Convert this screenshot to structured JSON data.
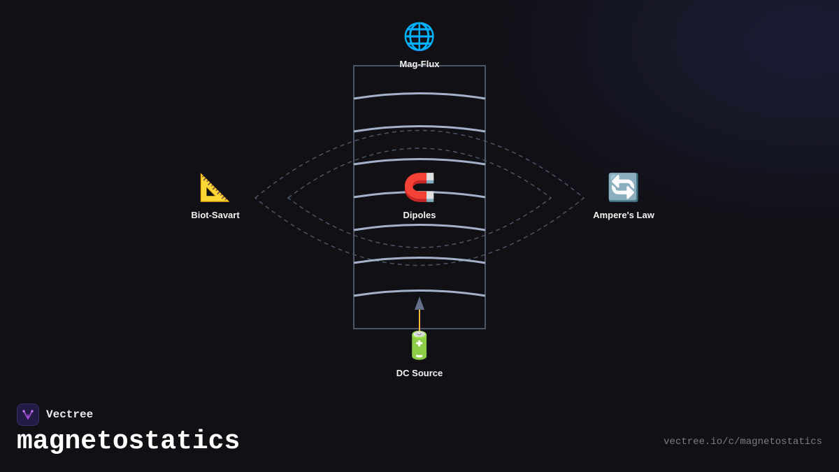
{
  "diagram": {
    "nodes": [
      {
        "id": "mag-flux",
        "label": "Mag-Flux",
        "icon": "globe-icon",
        "glyph": "🌐"
      },
      {
        "id": "biot-savart",
        "label": "Biot-Savart",
        "icon": "triangular-ruler-icon",
        "glyph": "📐"
      },
      {
        "id": "dipoles",
        "label": "Dipoles",
        "icon": "magnet-icon",
        "glyph": "🧲"
      },
      {
        "id": "amperes-law",
        "label": "Ampere's Law",
        "icon": "counterclockwise-arrows-icon",
        "glyph": "🔄"
      },
      {
        "id": "dc-source",
        "label": "DC Source",
        "icon": "battery-icon",
        "glyph": "🔋"
      }
    ],
    "colors": {
      "coil_frame": "#4a5568",
      "coil_turns": "#a3b1c9",
      "field_lines": "#4a5568",
      "current_line": "#f6b93b",
      "arrow_head": "#64708a"
    }
  },
  "brand": {
    "name": "Vectree",
    "logo_icon": "vectree-logo-icon",
    "logo_color": "#a64dd9"
  },
  "title": "magnetostatics",
  "url": "vectree.io/c/magnetostatics"
}
